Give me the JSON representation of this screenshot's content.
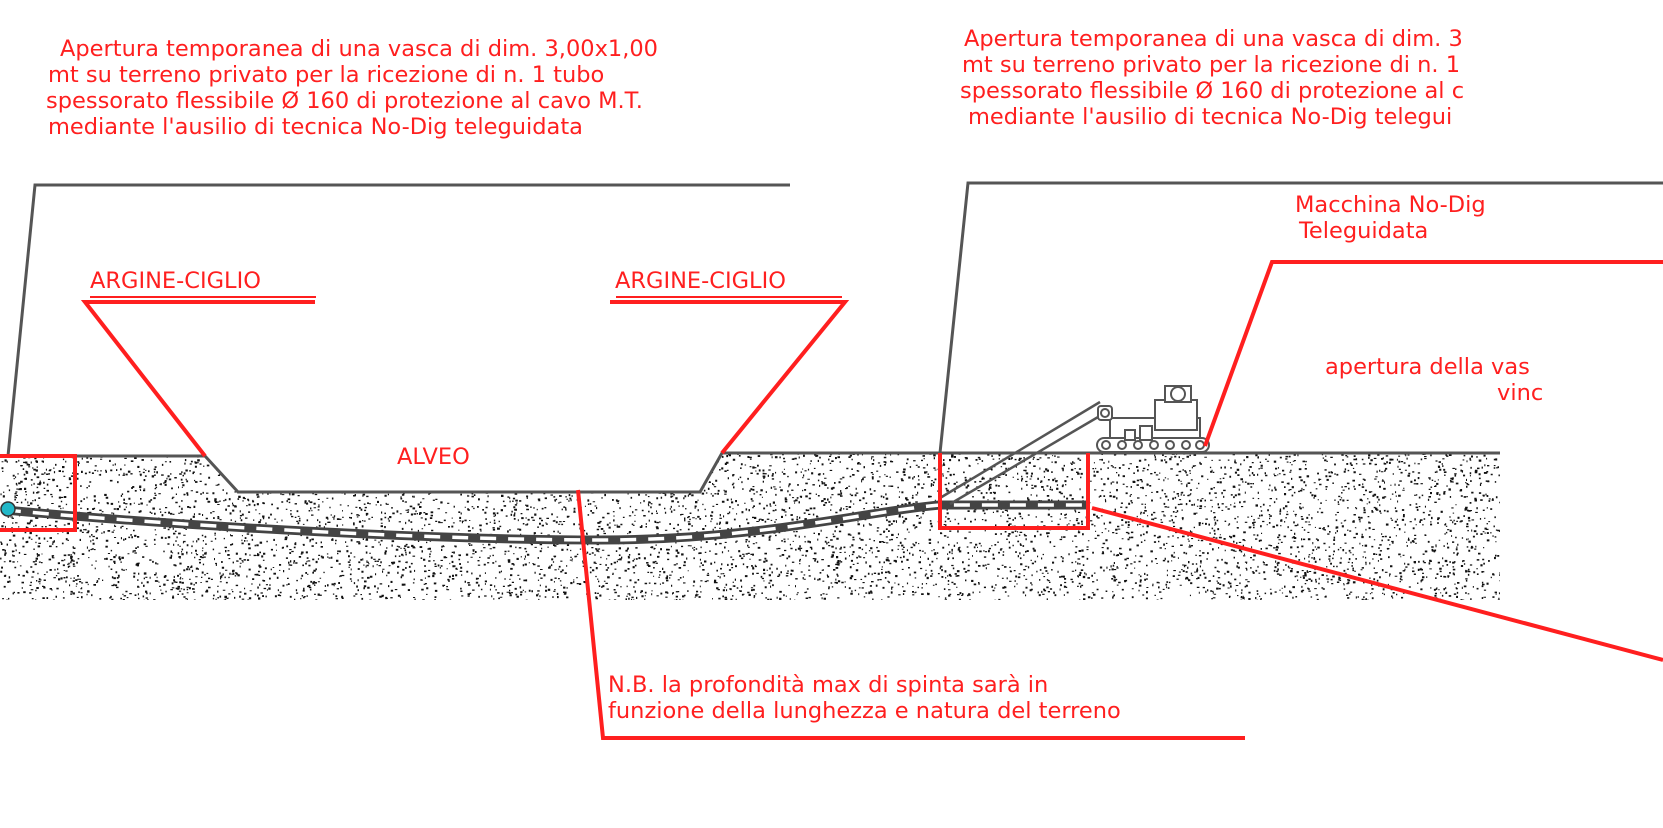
{
  "annotations": {
    "left_note": [
      "Apertura temporanea di una vasca di dim. 3,00x1,00",
      "mt su terreno privato per la ricezione di n. 1 tubo",
      "spessorato flessibile Ø 160 di protezione al cavo M.T.",
      "mediante l'ausilio di tecnica No-Dig teleguidata"
    ],
    "right_note": [
      "Apertura temporanea di una vasca di dim. 3",
      "mt su terreno privato per la ricezione di n. 1",
      "spessorato flessibile Ø 160 di protezione al c",
      "mediante l'ausilio di tecnica No-Dig telegui"
    ],
    "argine_left": "ARGINE-CIGLIO",
    "argine_right": "ARGINE-CIGLIO",
    "alveo": "ALVEO",
    "machine": [
      "Macchina No-Dig",
      "Teleguidata"
    ],
    "vasca_note": [
      "apertura della vas",
      "vinc"
    ],
    "nb_note": [
      "N.B. la profondità max di spinta sarà in",
      "funzione della lunghezza e natura del terreno"
    ]
  },
  "colors": {
    "annotation": "#ff1f1f",
    "outline": "#555555",
    "soil_dots": "#111111",
    "pipe": "#444444",
    "pipe_head": "#22b8c8"
  }
}
